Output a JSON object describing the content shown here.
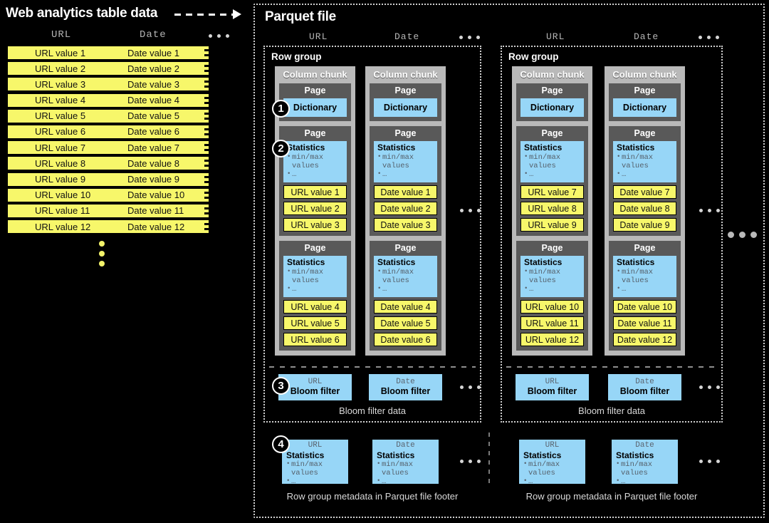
{
  "source": {
    "title": "Web analytics table data",
    "arrow": "dashed-arrow-right",
    "columns": {
      "url": "URL",
      "date": "Date",
      "more": "ellipsis"
    },
    "rows": [
      {
        "url": "URL value 1",
        "date": "Date value 1"
      },
      {
        "url": "URL value 2",
        "date": "Date value 2"
      },
      {
        "url": "URL value 3",
        "date": "Date value 3"
      },
      {
        "url": "URL value 4",
        "date": "Date value 4"
      },
      {
        "url": "URL value 5",
        "date": "Date value 5"
      },
      {
        "url": "URL value 6",
        "date": "Date value 6"
      },
      {
        "url": "URL value 7",
        "date": "Date value 7"
      },
      {
        "url": "URL value 8",
        "date": "Date value 8"
      },
      {
        "url": "URL value 9",
        "date": "Date value 9"
      },
      {
        "url": "URL value 10",
        "date": "Date value 10"
      },
      {
        "url": "URL value 11",
        "date": "Date value 11"
      },
      {
        "url": "URL value 12",
        "date": "Date value 12"
      }
    ]
  },
  "parquet": {
    "title": "Parquet file",
    "column_headers": {
      "url": "URL",
      "date": "Date"
    },
    "row_group_label": "Row group",
    "column_chunk_label": "Column chunk",
    "page_label": "Page",
    "dictionary_label": "Dictionary",
    "statistics_label": "Statistics",
    "statistics_bullets": [
      "min/max values",
      "…"
    ],
    "bloom_filter_label": "Bloom filter",
    "bloom_filter_caption": "Bloom filter data",
    "footer_caption": "Row group metadata in Parquet file footer",
    "callouts": {
      "one": "1",
      "two": "2",
      "three": "3",
      "four": "4"
    },
    "row_groups": [
      {
        "columns": [
          {
            "name": "URL",
            "pages": [
              {
                "kind": "dictionary"
              },
              {
                "kind": "data",
                "values": [
                  "URL value 1",
                  "URL value 2",
                  "URL value 3"
                ]
              },
              {
                "kind": "data",
                "values": [
                  "URL value 4",
                  "URL value 5",
                  "URL value 6"
                ]
              }
            ]
          },
          {
            "name": "Date",
            "pages": [
              {
                "kind": "dictionary"
              },
              {
                "kind": "data",
                "values": [
                  "Date value 1",
                  "Date value 2",
                  "Date value 3"
                ]
              },
              {
                "kind": "data",
                "values": [
                  "Date value 4",
                  "Date value 5",
                  "Date value 6"
                ]
              }
            ]
          }
        ]
      },
      {
        "columns": [
          {
            "name": "URL",
            "pages": [
              {
                "kind": "dictionary"
              },
              {
                "kind": "data",
                "values": [
                  "URL value 7",
                  "URL value 8",
                  "URL value 9"
                ]
              },
              {
                "kind": "data",
                "values": [
                  "URL value 10",
                  "URL value 11",
                  "URL value 12"
                ]
              }
            ]
          },
          {
            "name": "Date",
            "pages": [
              {
                "kind": "dictionary"
              },
              {
                "kind": "data",
                "values": [
                  "Date value 7",
                  "Date value 8",
                  "Date value 9"
                ]
              },
              {
                "kind": "data",
                "values": [
                  "Date value 10",
                  "Date value 11",
                  "Date value 12"
                ]
              }
            ]
          }
        ]
      }
    ]
  },
  "colors": {
    "background": "#000000",
    "value_yellow": "#f7f76a",
    "accent_blue": "#97d6f7",
    "column_chunk_gray": "#b9b9b9",
    "page_gray": "#595959",
    "border_dotted": "#cfcfcf",
    "muted_text": "#b5b5b5"
  }
}
